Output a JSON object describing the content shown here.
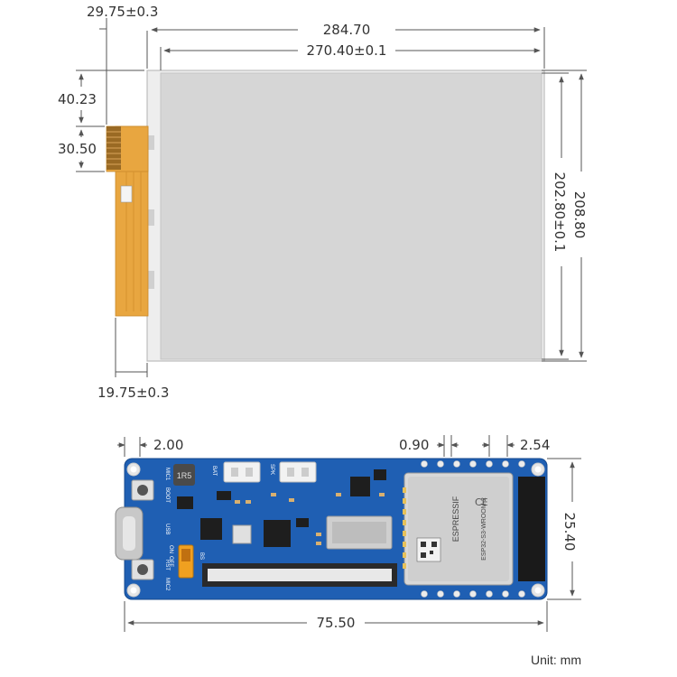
{
  "display_dimensions": {
    "fpc_offset_top": "29.75±0.3",
    "overall_width": "284.70",
    "active_width": "270.40±0.1",
    "fpc_top_distance": "40.23",
    "fpc_width": "30.50",
    "active_height": "202.80±0.1",
    "overall_height": "208.80",
    "fpc_offset_bottom": "19.75±0.3"
  },
  "board_dimensions": {
    "hole_offset": "2.00",
    "pin_pitch_small": "0.90",
    "pin_pitch": "2.54",
    "board_height": "25.40",
    "board_length": "75.50"
  },
  "board_silkscreen": {
    "mic1": "MIC1",
    "boot": "BOOT",
    "bat": "BAT",
    "spk": "SPK",
    "usb": "USB",
    "on": "ON",
    "off": "OFF",
    "rst": "RST",
    "mic2": "MIC2",
    "bs": "BS",
    "inductor": "1R5"
  },
  "module": {
    "brand": "ESPRESSIF",
    "model": "ESP32-S3-WROOM-2"
  },
  "unit_label": "Unit: mm",
  "colors": {
    "pcb_blue": "#1f5fb3",
    "fpc_orange": "#e8a640",
    "panel_gray": "#d6d6d6"
  }
}
